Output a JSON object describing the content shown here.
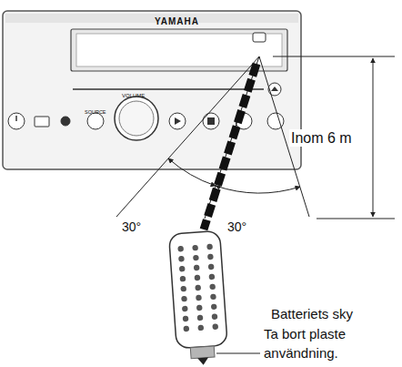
{
  "diagram": {
    "labels": [
      "YAMAHA",
      "VOLUME",
      "SOURCE",
      "30°",
      "30°",
      "Inom 6 m",
      "Batteriets sky",
      "Ta bort plaste användning."
    ]
  }
}
